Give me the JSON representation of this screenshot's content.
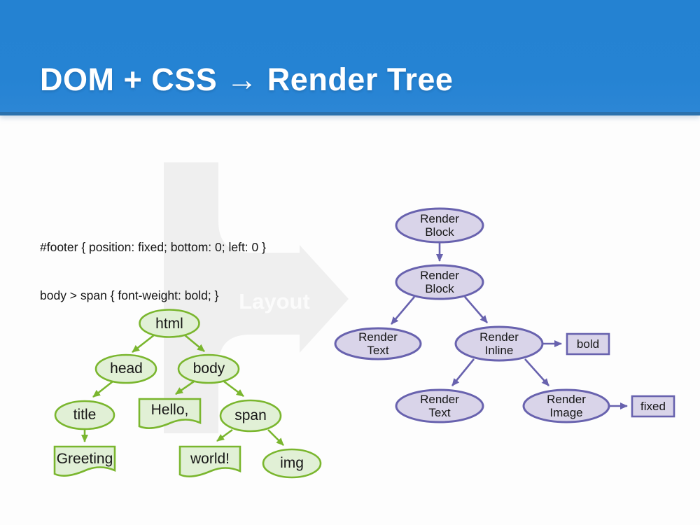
{
  "slide": {
    "title": "DOM + CSS → Render Tree",
    "css_rules": [
      "#footer { position: fixed; bottom: 0; left: 0 }",
      "body > span { font-weight: bold; }"
    ],
    "watermark_label": "Layout"
  },
  "colors": {
    "header_blue": "#2583d3",
    "header_border": "#2a71ad",
    "dom_stroke": "#7ab62e",
    "dom_fill": "#e1f0d6",
    "render_stroke": "#6862ae",
    "render_fill": "#d9d4e9",
    "watermark_gray": "#efefef",
    "text": "#161616"
  },
  "dom_tree": {
    "nodes": [
      {
        "id": "html",
        "label": "html",
        "shape": "ellipse"
      },
      {
        "id": "head",
        "label": "head",
        "shape": "ellipse"
      },
      {
        "id": "body",
        "label": "body",
        "shape": "ellipse"
      },
      {
        "id": "title",
        "label": "title",
        "shape": "ellipse"
      },
      {
        "id": "hello",
        "label": "Hello,",
        "shape": "document"
      },
      {
        "id": "span",
        "label": "span",
        "shape": "ellipse"
      },
      {
        "id": "greeting",
        "label": "Greeting",
        "shape": "document"
      },
      {
        "id": "world",
        "label": "world!",
        "shape": "document"
      },
      {
        "id": "img",
        "label": "img",
        "shape": "ellipse"
      }
    ],
    "edges": [
      [
        "html",
        "head"
      ],
      [
        "html",
        "body"
      ],
      [
        "head",
        "title"
      ],
      [
        "body",
        "hello"
      ],
      [
        "body",
        "span"
      ],
      [
        "title",
        "greeting"
      ],
      [
        "span",
        "world"
      ],
      [
        "span",
        "img"
      ]
    ]
  },
  "render_tree": {
    "nodes": [
      {
        "id": "rb1",
        "label": "Render Block",
        "shape": "ellipse"
      },
      {
        "id": "rb2",
        "label": "Render Block",
        "shape": "ellipse"
      },
      {
        "id": "rt1",
        "label": "Render Text",
        "shape": "ellipse"
      },
      {
        "id": "ri",
        "label": "Render Inline",
        "shape": "ellipse"
      },
      {
        "id": "bold",
        "label": "bold",
        "shape": "rect"
      },
      {
        "id": "rt2",
        "label": "Render Text",
        "shape": "ellipse"
      },
      {
        "id": "rim",
        "label": "Render Image",
        "shape": "ellipse"
      },
      {
        "id": "fixed",
        "label": "fixed",
        "shape": "rect"
      }
    ],
    "edges": [
      [
        "rb1",
        "rb2"
      ],
      [
        "rb2",
        "rt1"
      ],
      [
        "rb2",
        "ri"
      ],
      [
        "ri",
        "bold"
      ],
      [
        "ri",
        "rt2"
      ],
      [
        "ri",
        "rim"
      ],
      [
        "rim",
        "fixed"
      ]
    ]
  }
}
